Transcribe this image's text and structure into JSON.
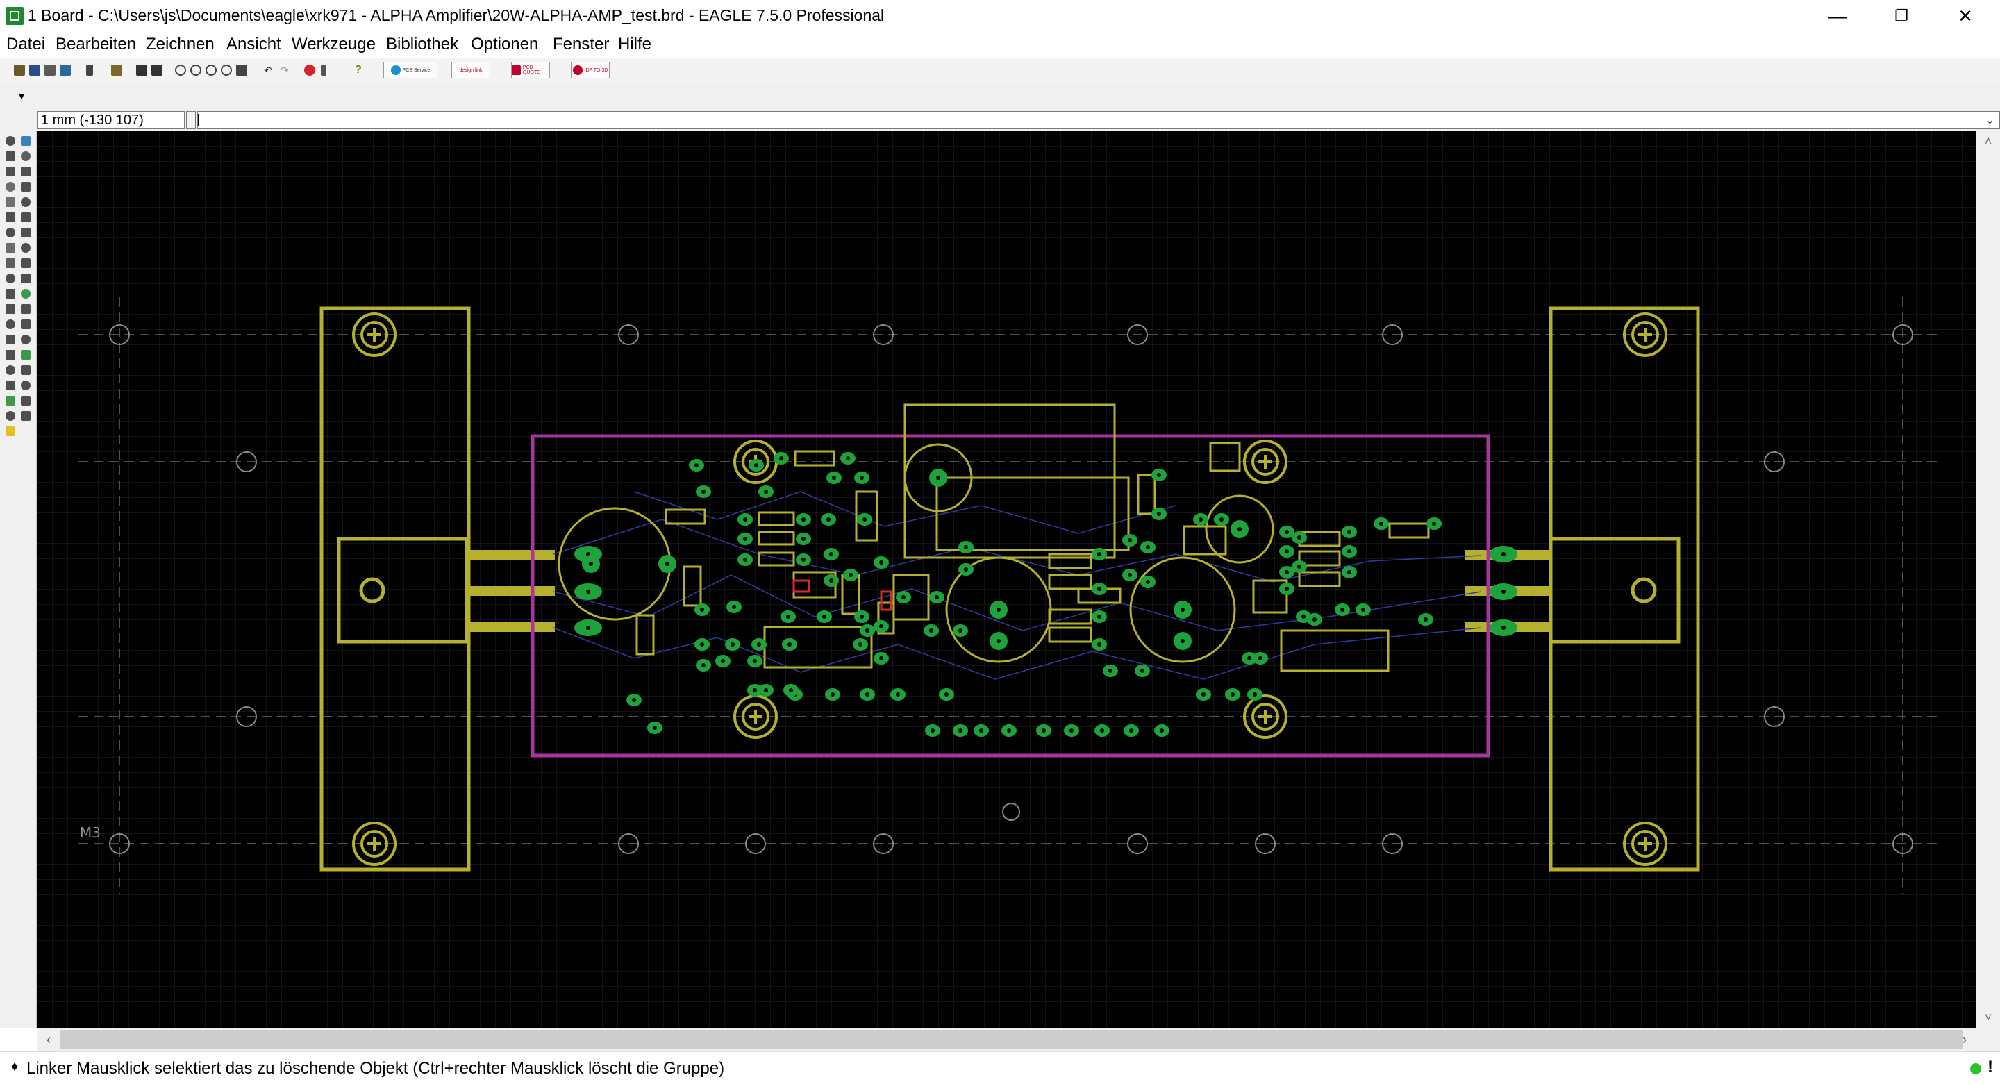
{
  "window": {
    "title": "1 Board - C:\\Users\\js\\Documents\\eagle\\xrk971 - ALPHA Amplifier\\20W-ALPHA-AMP_test.brd - EAGLE 7.5.0 Professional",
    "minimize_icon": "minimize-icon",
    "maximize_icon": "restore-icon",
    "close_icon": "close-icon"
  },
  "menu": {
    "items": [
      {
        "label": "Datei"
      },
      {
        "label": "Bearbeiten"
      },
      {
        "label": "Zeichnen"
      },
      {
        "label": "Ansicht"
      },
      {
        "label": "Werkzeuge"
      },
      {
        "label": "Bibliothek"
      },
      {
        "label": "Optionen"
      },
      {
        "label": "Fenster"
      },
      {
        "label": "Hilfe"
      }
    ]
  },
  "toolbar": {
    "icons": [
      "open-icon",
      "save-icon",
      "print-icon",
      "cam-icon",
      "script-icon",
      "ulp-icon",
      "board-icon",
      "zoom-fit-icon",
      "zoom-in-icon",
      "zoom-out-icon",
      "zoom-select-icon",
      "redraw-icon",
      "undo-icon",
      "redo-icon",
      "stop-icon",
      "go-icon",
      "help-icon"
    ],
    "web_buttons": [
      {
        "name": "pcb-service-button",
        "label": "PCB Service"
      },
      {
        "name": "design-link-button",
        "label": "design link"
      },
      {
        "name": "pcb-quote-button",
        "label": "PCB QUOTE"
      },
      {
        "name": "idf-to-3d-button",
        "label": "IDF TO 3D"
      }
    ]
  },
  "command_line": {
    "coordinate": "1 mm (-130 107)",
    "value": ""
  },
  "sidebar": {
    "tools": [
      "info",
      "show",
      "display",
      "mark",
      "move",
      "copy",
      "mirror",
      "rotate",
      "group",
      "change",
      "paste",
      "delete",
      "add",
      "pinswap",
      "replace",
      "lock",
      "smash",
      "name",
      "value",
      "split",
      "optimize",
      "route",
      "ripup",
      "wire",
      "text",
      "circle",
      "arc",
      "rect",
      "polygon",
      "via",
      "signal",
      "hole",
      "attribute",
      "dimension",
      "ratsnest",
      "auto",
      "erc",
      "drc",
      "errors"
    ]
  },
  "board": {
    "label": "M3",
    "colors": {
      "background": "#000000",
      "outline": "#b5b02d",
      "board_outline": "#a8359e",
      "pad": "#1ea33a",
      "airwire": "#2f3aa0",
      "grid": "#262626"
    }
  },
  "status": {
    "message": "Linker Mausklick selektiert das zu löschende Objekt (Ctrl+rechter Mausklick löscht die Gruppe)",
    "stop_label": "!"
  }
}
